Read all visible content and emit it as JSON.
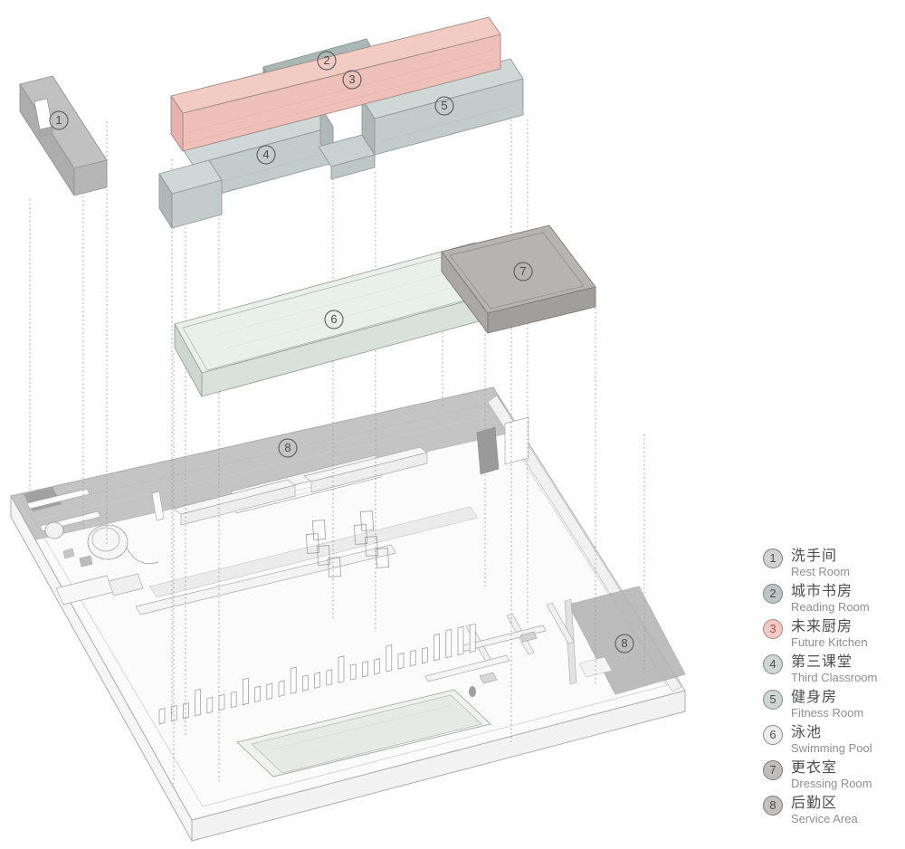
{
  "diagram": {
    "labels": [
      {
        "text": "1"
      },
      {
        "text": "2"
      },
      {
        "text": "3"
      },
      {
        "text": "4"
      },
      {
        "text": "5"
      },
      {
        "text": "6"
      },
      {
        "text": "7"
      },
      {
        "text": "8"
      },
      {
        "text": "8"
      }
    ]
  },
  "colors": {
    "pink_top": "#f2cbc4",
    "pink_front": "#eec0b9",
    "pink_end": "#e6b2ab",
    "slate_top": "#a9b7b5",
    "slate_front": "#9dacaa",
    "slate_end": "#95a3a1",
    "sage_top": "#cfd8d6",
    "sage_front": "#c2ccca",
    "sage_end": "#aeb8b6",
    "sage_notch_top": "#c9d2d0",
    "sage_notch_front": "#bdc7c5",
    "mint_top": "#e9efeb",
    "mint_front": "#d9e1dc",
    "mint_end": "#cfd7d2",
    "dgray_top": "#b6b4b2",
    "dgray_front": "#a29e9c",
    "dgray_end": "#aba7a5",
    "lgray_top": "#bdbdbd",
    "lgray_side": "#a7a7a7",
    "lgray_end": "#b1b1b1",
    "strip": "#b9b9b9",
    "zone": "#b4b4b4"
  },
  "legend": {
    "items": [
      {
        "num": "1",
        "zh": "洗手间",
        "en": "Rest Room",
        "dot": "#d2d2d2",
        "ring": "#7d7d7d",
        "num_color": "#4f4f4f"
      },
      {
        "num": "2",
        "zh": "城市书房",
        "en": "Reading Room",
        "dot": "#b9c6c3",
        "ring": "#7f8a88",
        "num_color": "#4f4f4f"
      },
      {
        "num": "3",
        "zh": "未来厨房",
        "en": "Future Kitchen",
        "dot": "#f0c9c3",
        "ring": "#b3837c",
        "num_color": "#9e544c"
      },
      {
        "num": "4",
        "zh": "第三课堂",
        "en": "Third Classroom",
        "dot": "#ced6d4",
        "ring": "#828c8a",
        "num_color": "#4f4f4f"
      },
      {
        "num": "5",
        "zh": "健身房",
        "en": "Fitness Room",
        "dot": "#ced6d4",
        "ring": "#828c8a",
        "num_color": "#4f4f4f"
      },
      {
        "num": "6",
        "zh": "泳池",
        "en": "Swimming Pool",
        "dot": "#ececec",
        "ring": "#8a8a8a",
        "num_color": "#4f4f4f"
      },
      {
        "num": "7",
        "zh": "更衣室",
        "en": "Dressing Room",
        "dot": "#c0bebc",
        "ring": "#7b7977",
        "num_color": "#4f4f4f"
      },
      {
        "num": "8",
        "zh": "后勤区",
        "en": "Service Area",
        "dot": "#c2c1bf",
        "ring": "#7b7977",
        "num_color": "#4f4f4f"
      }
    ]
  }
}
